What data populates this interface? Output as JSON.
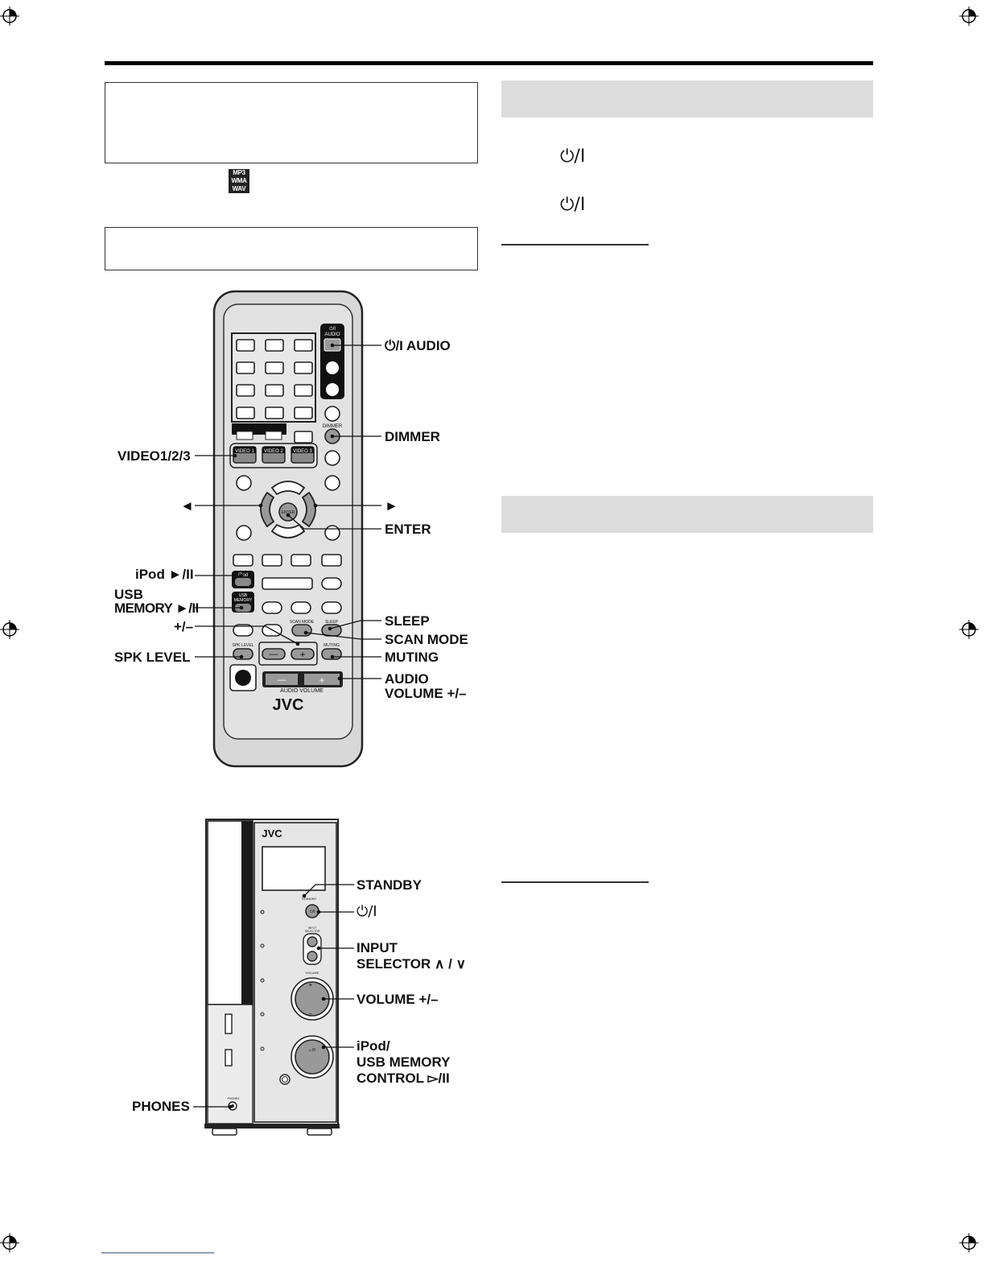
{
  "page": {
    "format_badge": [
      "MP3",
      "WMA",
      "WAV"
    ],
    "power_symbol": "⏻/I"
  },
  "remote": {
    "brand": "JVC",
    "button_text": {
      "audio_power": "⏻/I\nAUDIO",
      "dimmer": "DIMMER",
      "video1": "VIDEO 1",
      "video2": "VIDEO 2",
      "video3": "VIDEO 3",
      "enter": "ENTER",
      "ipod": "iPod",
      "usb_memory": "USB\nMEMORY",
      "scan_mode": "SCAN MODE",
      "sleep": "SLEEP",
      "spk_level": "SPK LEVEL",
      "muting": "MUTING",
      "audio_volume": "AUDIO VOLUME"
    },
    "callouts": {
      "audio_power": "⏻/I AUDIO",
      "dimmer": "DIMMER",
      "video": "VIDEO1/2/3",
      "left": "◄",
      "right": "►",
      "enter": "ENTER",
      "ipod": "iPod ►/II",
      "usb_line1": "USB",
      "usb_line2": "MEMORY ►/II",
      "plus_minus": "+/–",
      "sleep": "SLEEP",
      "scan_mode": "SCAN MODE",
      "spk_level": "SPK LEVEL",
      "muting": "MUTING",
      "audio_volume_line1": "AUDIO",
      "audio_volume_line2": "VOLUME +/–"
    }
  },
  "unit": {
    "brand": "JVC",
    "panel_text": {
      "standby": "STANDBY",
      "input_selector": "INPUT\nSELECTOR",
      "volume": "VOLUME",
      "phones": "PHONES"
    },
    "callouts": {
      "standby": "STANDBY",
      "power": "⏻/I",
      "input_line1": "INPUT",
      "input_line2": "SELECTOR ∧ / ∨",
      "volume": "VOLUME +/–",
      "ipod_line1": "iPod/",
      "ipod_line2": "USB MEMORY",
      "ipod_line3": "CONTROL ▻/II",
      "phones": "PHONES"
    }
  }
}
